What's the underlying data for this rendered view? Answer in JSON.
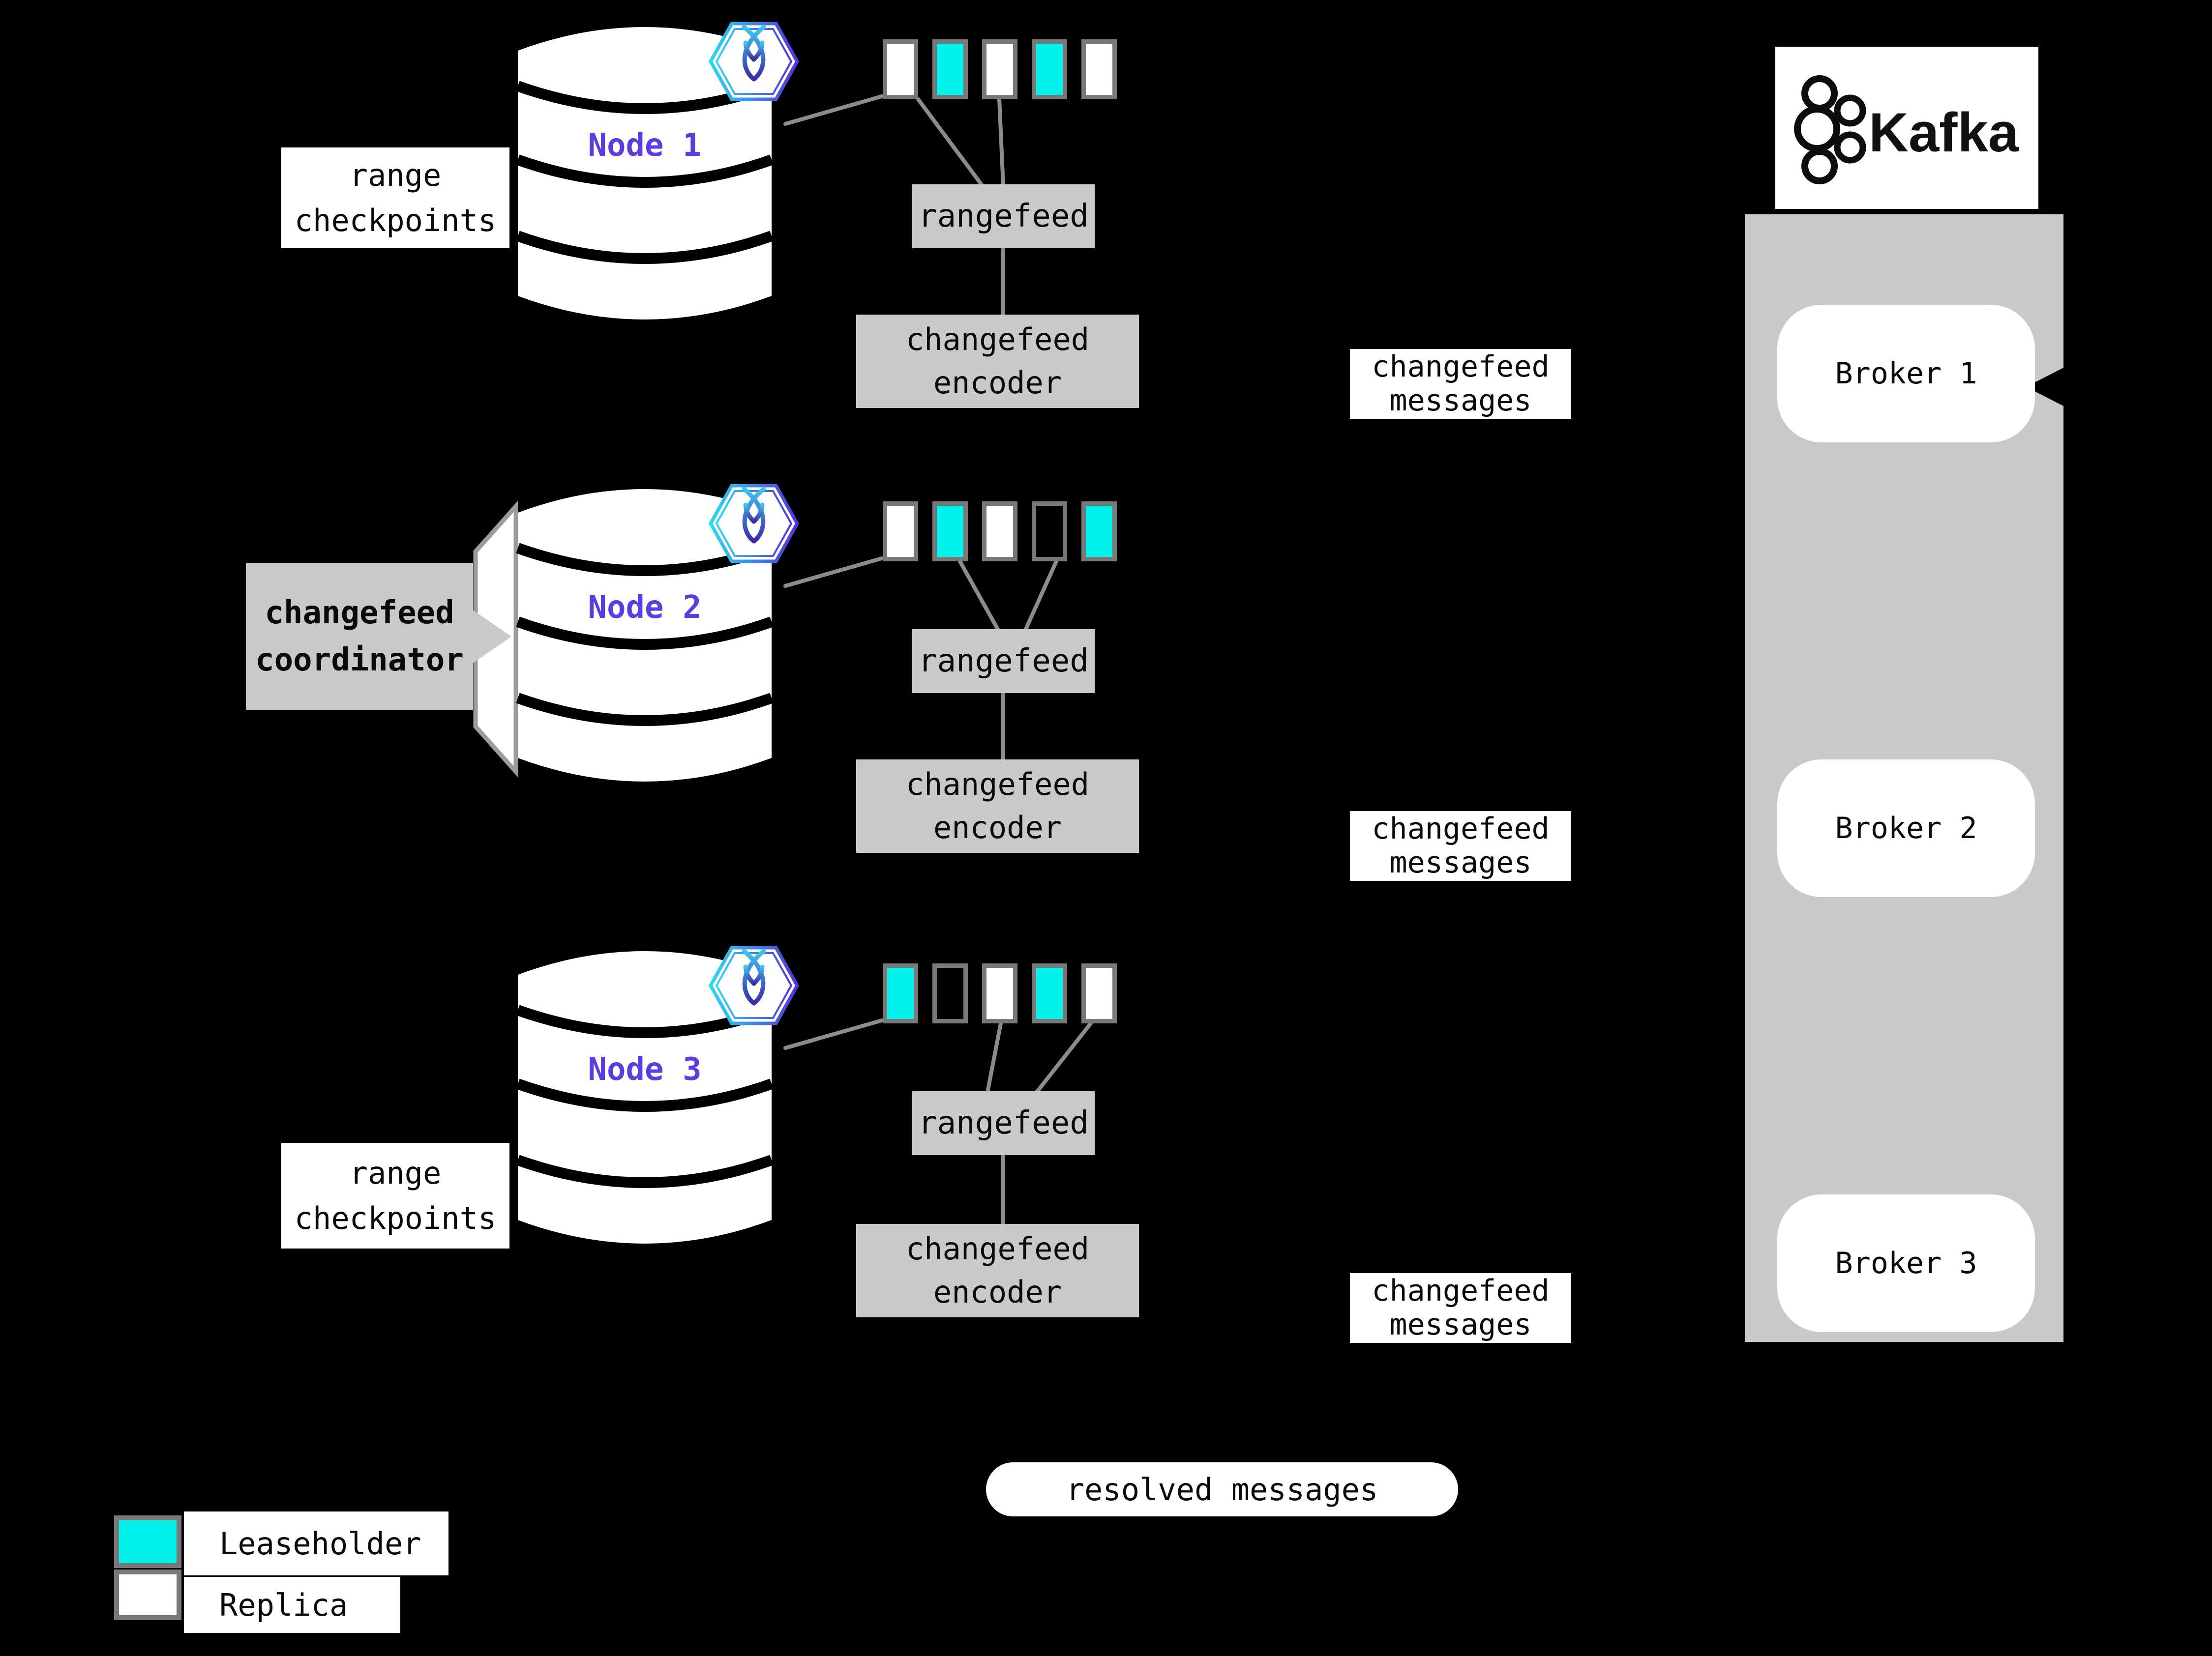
{
  "colors": {
    "background": "#000000",
    "leaseholder_cyan": "#00F2EA",
    "replica_white": "#FFFFFF",
    "node_label_purple": "#5B3DE1",
    "box_gray": "#C9C9C9",
    "line_gray": "#8C8C8C",
    "square_border_gray": "#787878",
    "hexagon_gradient": [
      "#2BD9F2",
      "#5433D8"
    ]
  },
  "icons": {
    "node_badge": "cockroachdb-hexagon-icon",
    "kafka_mark": "kafka-logo-icon"
  },
  "labels": {
    "range_checkpoints": [
      "range",
      "checkpoints"
    ]
  },
  "coordinator_lines": [
    "changefeed",
    "coordinator"
  ],
  "nodes": [
    {
      "name": "Node 1",
      "ranges": [
        "replica",
        "leaseholder",
        "replica",
        "leaseholder",
        "replica"
      ],
      "rangefeed": "rangefeed",
      "encoder_lines": [
        "changefeed",
        "encoder"
      ],
      "messages_lines": [
        "changefeed",
        "messages"
      ]
    },
    {
      "name": "Node 2",
      "ranges": [
        "replica",
        "leaseholder",
        "replica",
        "empty",
        "leaseholder"
      ],
      "rangefeed": "rangefeed",
      "encoder_lines": [
        "changefeed",
        "encoder"
      ],
      "messages_lines": [
        "changefeed",
        "messages"
      ]
    },
    {
      "name": "Node 3",
      "ranges": [
        "leaseholder",
        "empty",
        "replica",
        "leaseholder",
        "replica"
      ],
      "rangefeed": "rangefeed",
      "encoder_lines": [
        "changefeed",
        "encoder"
      ],
      "messages_lines": [
        "changefeed",
        "messages"
      ]
    }
  ],
  "kafka": {
    "name": "Kafka",
    "brokers": [
      {
        "label": "Broker 1"
      },
      {
        "label": "Broker 2"
      },
      {
        "label": "Broker 3"
      }
    ]
  },
  "resolved": "resolved messages",
  "legend": {
    "items": [
      {
        "label": "Leaseholder",
        "type": "leaseholder",
        "color": "#00F2EA"
      },
      {
        "label": "Replica",
        "type": "replica",
        "color": "#FFFFFF"
      }
    ]
  }
}
